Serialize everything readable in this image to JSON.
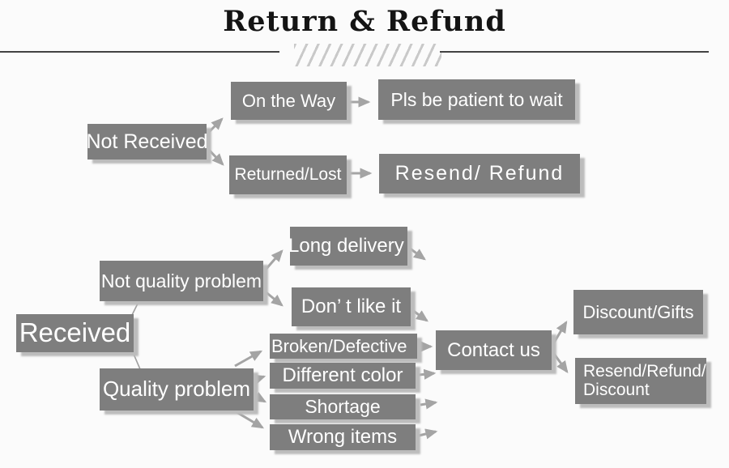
{
  "title": "Return & Refund",
  "colors": {
    "box_fill": "#7e7e7e",
    "box_text": "#ffffff",
    "arrow": "#a4a4a4",
    "title_text": "#141414",
    "divider": "#424242",
    "slash_pattern": "#c9c9c9",
    "background": "#fbfbfb"
  },
  "flow1": {
    "root": "Not Received",
    "on_the_way": "On the Way",
    "pls_be_patient": "Pls be patient to wait",
    "returned_lost": "Returned/Lost",
    "resend_refund": "Resend/ Refund"
  },
  "flow2": {
    "root": "Received",
    "not_quality_problem": "Not quality problem",
    "long_delivery": "Long delivery",
    "dont_like_it": "Don’ t like it",
    "quality_problem": "Quality problem",
    "broken_defective": "Broken/Defective",
    "different_color": "Different color",
    "shortage": "Shortage",
    "wrong_items": "Wrong items",
    "contact_us": "Contact us",
    "discount_gifts": "Discount/Gifts",
    "resend_refund_discount": {
      "line1": "Resend/Refund/",
      "line2": "Discount"
    }
  }
}
